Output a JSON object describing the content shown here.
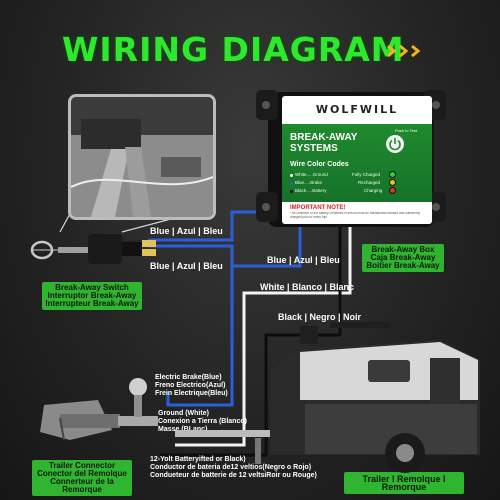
{
  "title": "WIRING DIAGRAM",
  "colors": {
    "title_green": "#2ee82e",
    "label_green": "#2fb52f",
    "box_green": "#1f8a2e",
    "blue_wire": "#2a5fd8",
    "white_wire": "#ffffff",
    "black_wire": "#111111"
  },
  "box": {
    "brand": "WOLFWILL",
    "title_line1": "BREAK-AWAY",
    "title_line2": "SYSTEMS",
    "push_to_test": "Push to Test",
    "wire_codes_title": "Wire Color Codes",
    "codes": [
      {
        "color": "White",
        "meaning": "Ground"
      },
      {
        "color": "Blue",
        "meaning": "Brake"
      },
      {
        "color": "Black",
        "meaning": "Battery"
      }
    ],
    "status": [
      "Fully Charged",
      "Recharged",
      "Charging"
    ],
    "important_heading": "IMPORTANT NOTE!",
    "important_text": "The condition of the battery contained in this kit must be maintained/checked and sufficiently charged prior to every trip!"
  },
  "wire_labels": {
    "blue_top": "Blue | Azul | Bleu",
    "blue_left": "Blue | Azul | Bleu",
    "blue_right": "Blue | Azul | Bleu",
    "white": "White | Blanco | Blanc",
    "black": "Black | Negro | Noir"
  },
  "captions": {
    "switch": [
      "Break-Away Switch",
      "Interruptor Break-Away",
      "Interrupteur Break-Away"
    ],
    "box": [
      "Break-Away Box",
      "Caja Break-Away",
      "Boitier Break-Away"
    ],
    "connector": [
      "Trailer Connector",
      "Conector del Remolque",
      "Connerteur de la Remorque"
    ],
    "trailer": "Trailer I Remolque I Remorque"
  },
  "connector_notes": {
    "brake": [
      "Electric Brake(Blue)",
      "Freno Electrico(Azul)",
      "Frein Electrique(Bleu)"
    ],
    "ground": [
      "Ground  (White)",
      "Conexion a Tierra  (Blanco)",
      "Masse (BLanc)"
    ],
    "battery": [
      "12-Yolt Batteryifted or Black)",
      "Conductor de bateria de12 veltios(Negro o Rojo)",
      "Condueteur de batterie de 12 veltsiRoir ou Rouge)"
    ]
  }
}
